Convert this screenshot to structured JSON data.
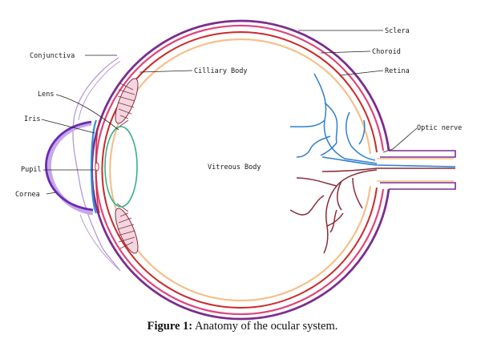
{
  "labels": {
    "sclera": "Sclera",
    "choroid": "Choroid",
    "retina": "Retina",
    "optic_nerve": "Optic nerve",
    "conjunctiva": "Conjunctiva",
    "lens": "Lens",
    "iris": "Iris",
    "pupil": "Pupil",
    "cornea": "Cornea",
    "ciliary_body": "Cilliary Body",
    "vitreous_body": "Vitreous Body"
  },
  "caption": {
    "prefix": "Figure 1:",
    "text": " Anatomy of the ocular system."
  },
  "colors": {
    "sclera": "#7b2d8e",
    "choroid": "#e0447c",
    "retina": "#f5c08a",
    "inner_red": "#cc2a2a",
    "cornea": "#6a2ab8",
    "cornea_light": "#c7a8e6",
    "lens": "#37b08a",
    "iris": "#2f8fd8",
    "vessel_blue": "#2f7fd0",
    "vessel_red": "#8a2c3a"
  }
}
